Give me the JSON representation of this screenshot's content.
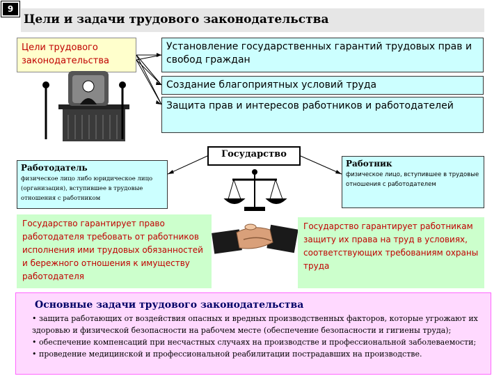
{
  "slide": {
    "number": "9",
    "title": "Цели и задачи трудового законодательства"
  },
  "goals": {
    "label": "Цели трудового законодательства",
    "items": [
      "Установление государственных гарантий трудовых прав и свобод граждан",
      "Создание благоприятных условий труда",
      "Защита прав и интересов работников и работодателей"
    ]
  },
  "state": {
    "label": "Государство"
  },
  "employer": {
    "title": "Работодатель",
    "description": "физическое лицо либо юридическое лицо (организация), вступившее в трудовые отношения с работником"
  },
  "worker": {
    "title": "Работник",
    "description": "физическое лицо, вступившее в трудовые отношения с работодателем"
  },
  "guarantees": {
    "employer": "Государство гарантирует право работодателя требовать от работников исполнения ими трудовых обязанностей и бережного отношения к имуществу работодателя",
    "worker": "Государство гарантирует работникам защиту их права на труд в условиях, соответствующих требованиям охраны труда"
  },
  "tasks": {
    "title": "Основные задачи трудового законодательства",
    "items": [
      "•   защита работающих от воздействия опасных и вредных производственных факторов, которые угрожают их здоровью и физической безопасности на рабочем месте (обеспечение безопасности и гигиены труда);",
      "•   обеспечение компенсаций при несчастных случаях на производстве и профессиональной заболеваемости;",
      "•   проведение медицинской и профессиональной реабилитации пострадавших на производстве."
    ]
  },
  "colors": {
    "goal_text": "#c00000",
    "cyan": "#ccffff",
    "green": "#ccffcc",
    "pink": "#ffd9ff",
    "task_title": "#000066"
  },
  "icons": [
    "judge-illustration",
    "scales-illustration",
    "handshake-illustration"
  ]
}
